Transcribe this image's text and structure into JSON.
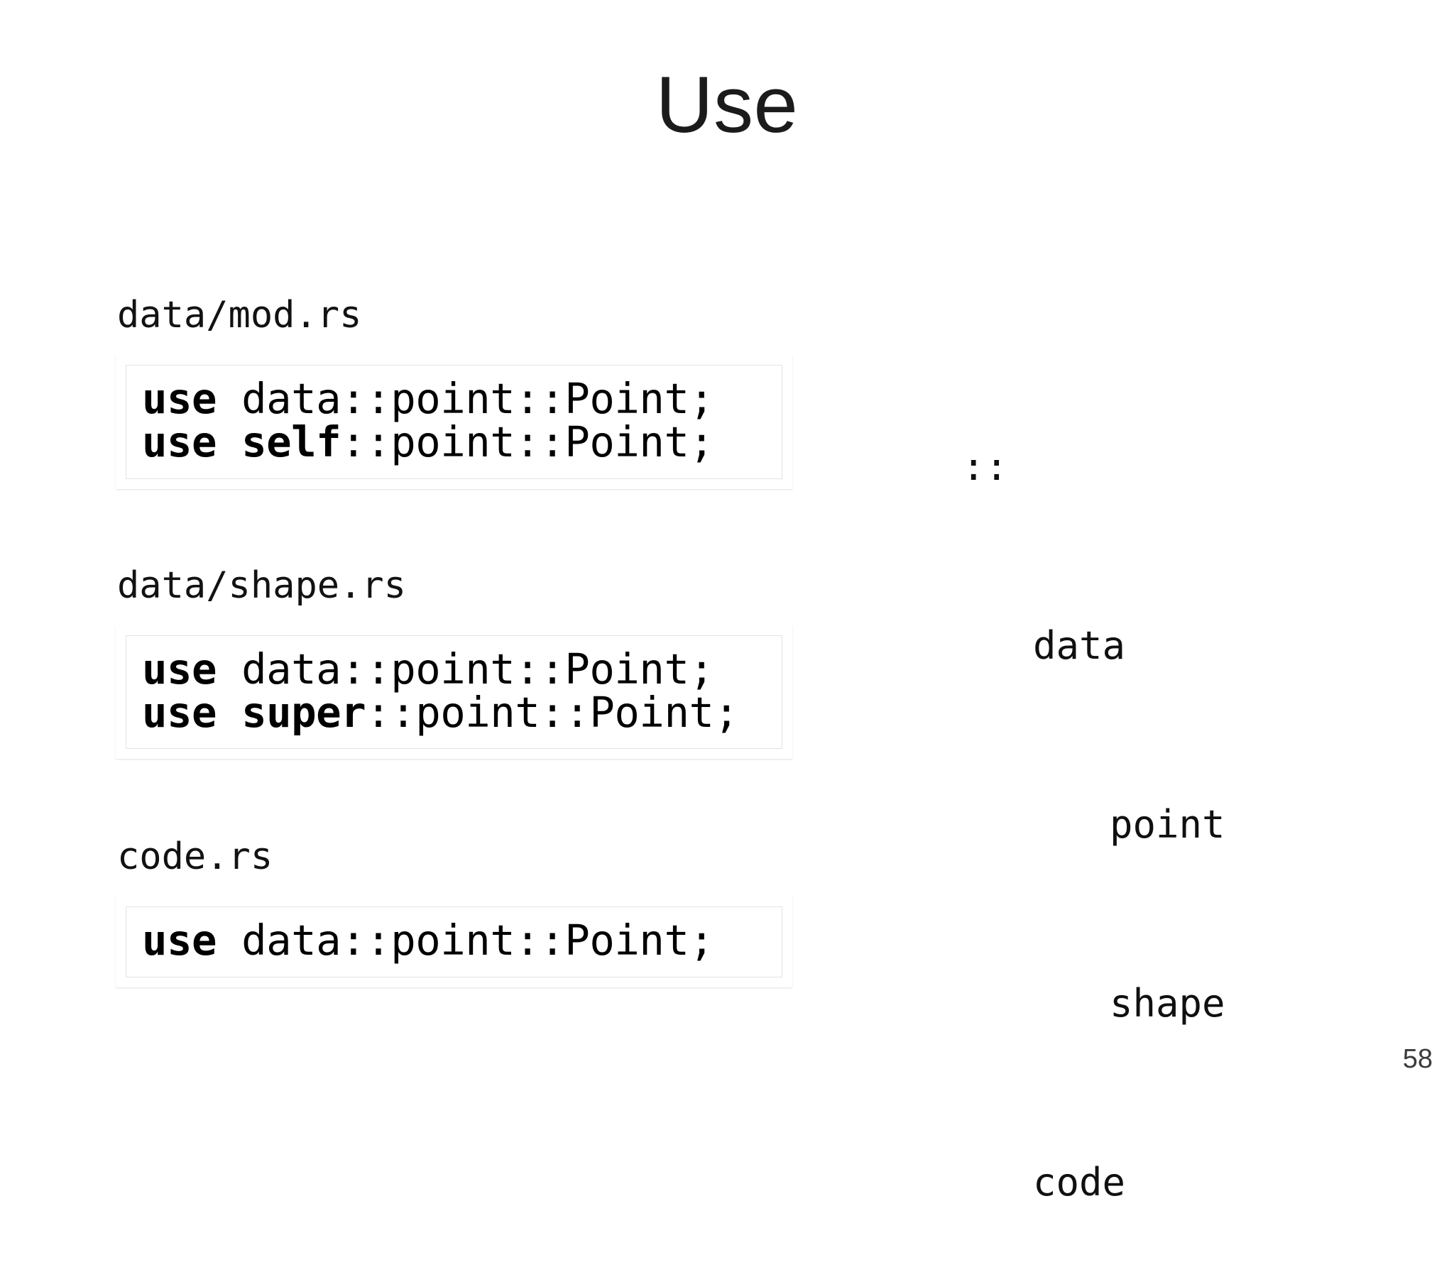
{
  "slide": {
    "title": "Use",
    "page_number": "58",
    "colors": {
      "background": "#ffffff",
      "text": "#000000",
      "card_background": "#ffffff",
      "card_border": "#e3e3e3",
      "page_number_text": "#3b3b3b"
    }
  },
  "left_column": {
    "groups": [
      {
        "label": "data/mod.rs",
        "lines": [
          {
            "keyword": "use ",
            "rest": "data::point::Point;"
          },
          {
            "keyword": "use self",
            "rest": "::point::Point;"
          }
        ]
      },
      {
        "label": "data/shape.rs",
        "lines": [
          {
            "keyword": "use ",
            "rest": "data::point::Point;"
          },
          {
            "keyword": "use super",
            "rest": "::point::Point;"
          }
        ]
      },
      {
        "label": "code.rs",
        "lines": [
          {
            "keyword": "use ",
            "rest": "data::point::Point;"
          }
        ]
      }
    ]
  },
  "module_tree": {
    "rows": [
      {
        "text": "::",
        "depth": 0
      },
      {
        "text": "data",
        "depth": 1
      },
      {
        "text": "point",
        "depth": 2
      },
      {
        "text": "shape",
        "depth": 2
      },
      {
        "text": "code",
        "depth": 1
      }
    ]
  }
}
